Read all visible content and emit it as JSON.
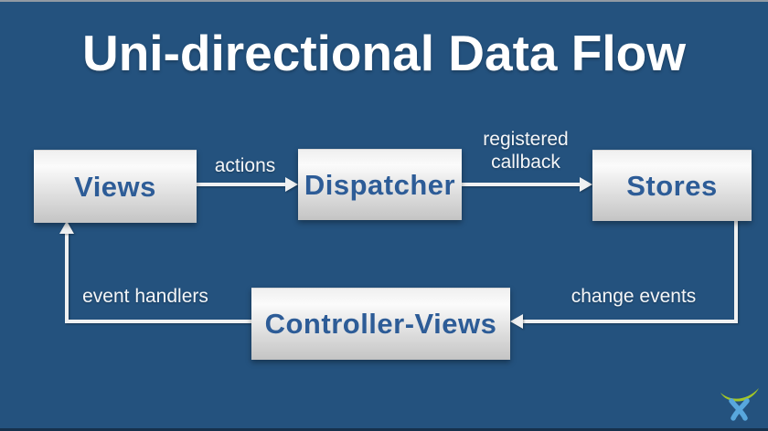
{
  "title": {
    "text": "Uni-directional Data Flow"
  },
  "diagram": {
    "nodes": [
      {
        "id": "views",
        "label": "Views"
      },
      {
        "id": "dispatcher",
        "label": "Dispatcher"
      },
      {
        "id": "stores",
        "label": "Stores"
      },
      {
        "id": "controller-views",
        "label": "Controller-Views"
      }
    ],
    "edges": [
      {
        "from": "views",
        "to": "dispatcher",
        "label": "actions"
      },
      {
        "from": "dispatcher",
        "to": "stores",
        "label": "registered callback"
      },
      {
        "from": "stores",
        "to": "controller-views",
        "label": "change events"
      },
      {
        "from": "controller-views",
        "to": "views",
        "label": "event handlers"
      }
    ]
  },
  "logo": {
    "name": "atlassian-logo"
  },
  "colors": {
    "background": "#24527E",
    "title_text": "#FFFFFF",
    "node_text": "#2D5C97",
    "node_gradient_top": "#FBFBFB",
    "node_gradient_bottom": "#C4C4C4",
    "arrow": "#F0F1F2",
    "edge_label_text": "#F4F6F8",
    "logo_green": "#A3C626",
    "logo_blue": "#58A7DD"
  }
}
